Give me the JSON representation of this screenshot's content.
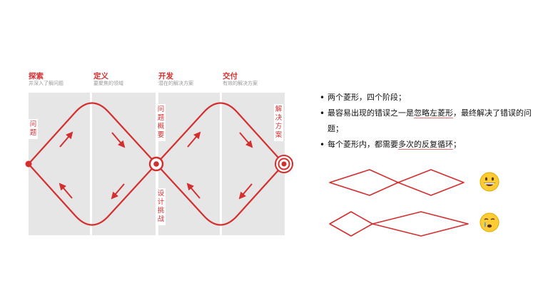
{
  "phases": [
    {
      "title": "探索",
      "subtitle": "并深入了解问题"
    },
    {
      "title": "定义",
      "subtitle": "要聚焦的领域"
    },
    {
      "title": "开发",
      "subtitle": "潜在的解决方案"
    },
    {
      "title": "交付",
      "subtitle": "有效的解决方案"
    }
  ],
  "vertical_labels": {
    "problem": "问题",
    "problem_brief": "问题概要",
    "design_challenge": "设计挑战",
    "solution": "解决方案"
  },
  "bullets": [
    {
      "text": "两个菱形，四个阶段；"
    },
    {
      "pre": "最容易出现的错误之一是",
      "highlight": "忽略左菱形",
      "post": "，最终解决了错误的问题；"
    },
    {
      "pre": "每个菱形内，都需要",
      "highlight": "多次的反复循环",
      "post": "；"
    }
  ],
  "emoji": {
    "good": "grinning-face",
    "bad": "crying-face"
  },
  "colors": {
    "accent": "#d32f2f",
    "panel": "#e6e6e6",
    "subtitle": "#999999"
  }
}
